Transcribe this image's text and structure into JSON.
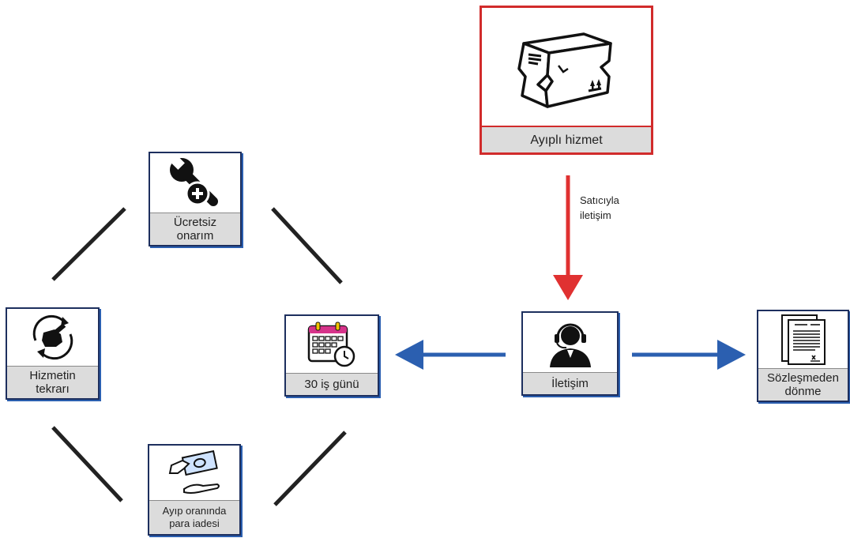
{
  "nodes": {
    "defective_service": {
      "label": "Ayıplı hizmet",
      "icon": "damaged-box-icon"
    },
    "free_repair": {
      "label": "Ücretsiz\nonarım",
      "icon": "wrench-plus-icon"
    },
    "service_repeat": {
      "label": "Hizmetin\ntekrarı",
      "icon": "repeat-service-icon"
    },
    "thirty_days": {
      "label": "30 iş günü",
      "icon": "calendar-clock-icon"
    },
    "refund": {
      "label": "Ayıp oranında\npara iadesi",
      "icon": "money-hand-icon"
    },
    "contact": {
      "label": "İletişim",
      "icon": "headset-agent-icon"
    },
    "contract_cancel": {
      "label": "Sözleşmeden\ndönme",
      "icon": "contract-document-icon"
    }
  },
  "arrow_label": "Satıcıyla\niletişim",
  "colors": {
    "card_border": "#1d2f5e",
    "card_shadow": "#2b5fb0",
    "label_bg": "#dcdcdc",
    "highlight": "#d12b2b",
    "arrow_blue": "#2b5fb0",
    "line": "#222222"
  }
}
